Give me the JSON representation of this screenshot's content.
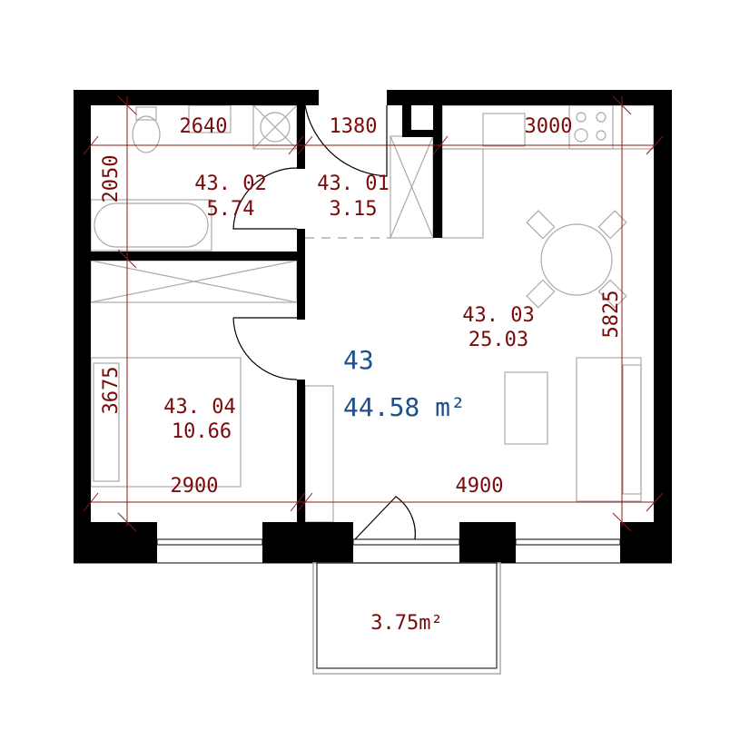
{
  "apartment": {
    "number": "43",
    "total_area": "44.58 m²"
  },
  "rooms": [
    {
      "id": "43. 01",
      "area": "3.15"
    },
    {
      "id": "43. 02",
      "area": "5.74"
    },
    {
      "id": "43. 03",
      "area": "25.03"
    },
    {
      "id": "43. 04",
      "area": "10.66"
    }
  ],
  "balcony": {
    "area": "3.75m²"
  },
  "dimensions": {
    "top_bath": "2640",
    "top_hall": "1380",
    "top_kitchen": "3000",
    "left_bath": "2050",
    "left_bedroom": "3675",
    "right_living": "5825",
    "bottom_bedroom": "2900",
    "bottom_living": "4900"
  },
  "colors": {
    "label": "#7a0a0a",
    "apartment": "#1d4f8a",
    "dimension": "#8b1a1a"
  }
}
